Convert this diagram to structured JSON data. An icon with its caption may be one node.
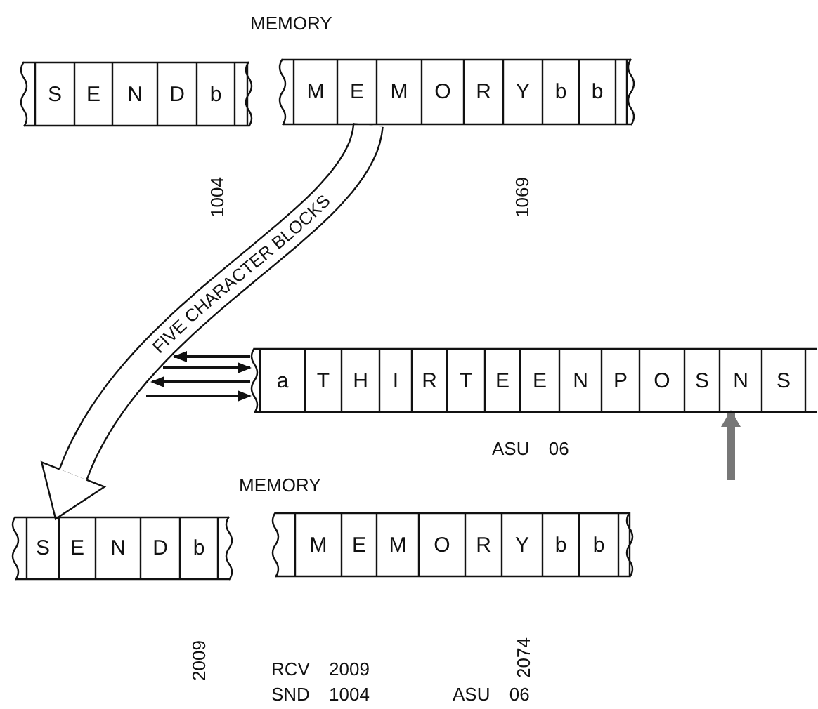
{
  "diagram": {
    "nodes": [
      {
        "text": [],
        "shape": "bar"
      },
      {
        "text": [
          "S"
        ],
        "in": 0
      },
      {
        "text": [
          "E"
        ],
        "in": 0
      },
      {
        "text": [
          "N"
        ],
        "in": 0
      },
      {
        "text": [
          "D"
        ],
        "in": 0
      },
      {
        "text": [
          "b"
        ],
        "in": 0
      },
      {
        "text": [],
        "shape": "bar"
      },
      {
        "text": [
          "M"
        ],
        "in": 6
      },
      {
        "text": [
          "E"
        ],
        "in": 6
      },
      {
        "text": [
          "M"
        ],
        "in": 6
      },
      {
        "text": [
          "O"
        ],
        "in": 6
      },
      {
        "text": [
          "R"
        ],
        "in": 6
      },
      {
        "text": [
          "Y"
        ],
        "in": 6
      },
      {
        "text": [
          "b"
        ],
        "in": 6
      },
      {
        "text": [
          "b"
        ],
        "in": 6
      },
      {
        "text": [],
        "shape": "bar"
      },
      {
        "text": [
          "a"
        ],
        "in": 15
      },
      {
        "text": [
          "T"
        ],
        "in": 15
      },
      {
        "text": [
          "H"
        ],
        "in": 15
      },
      {
        "text": [
          "I"
        ],
        "in": 15
      },
      {
        "text": [
          "R"
        ],
        "in": 15
      },
      {
        "text": [
          "T"
        ],
        "in": 15
      },
      {
        "text": [
          "E"
        ],
        "in": 15
      },
      {
        "text": [
          "E"
        ],
        "in": 15
      },
      {
        "text": [
          "N"
        ],
        "in": 15
      },
      {
        "text": [
          "P"
        ],
        "in": 15
      },
      {
        "text": [
          "O"
        ],
        "in": 15
      },
      {
        "text": [
          "S"
        ],
        "in": 15
      },
      {
        "text": [
          "N"
        ],
        "in": 15
      },
      {
        "text": [
          "S"
        ],
        "in": 15
      },
      {
        "text": [],
        "shape": "bar"
      },
      {
        "text": [
          "S"
        ],
        "in": 30
      },
      {
        "text": [
          "E"
        ],
        "in": 30
      },
      {
        "text": [
          "N"
        ],
        "in": 30
      },
      {
        "text": [
          "D"
        ],
        "in": 30
      },
      {
        "text": [
          "b"
        ],
        "in": 30
      },
      {
        "text": [],
        "shape": "bar"
      },
      {
        "text": [
          "M"
        ],
        "in": 36
      },
      {
        "text": [
          "E"
        ],
        "in": 36
      },
      {
        "text": [
          "M"
        ],
        "in": 36
      },
      {
        "text": [
          "O"
        ],
        "in": 36
      },
      {
        "text": [
          "R"
        ],
        "in": 36
      },
      {
        "text": [
          "Y"
        ],
        "in": 36
      },
      {
        "text": [
          "b"
        ],
        "in": 36
      },
      {
        "text": [
          "b"
        ],
        "in": 36
      }
    ],
    "edges": [
      {
        "from": 6,
        "to": 30,
        "arrow": "to",
        "label": "FIVE CHARACTER BLOCKS",
        "style": "thick"
      },
      {
        "from": 15,
        "to": null,
        "arrow": "to"
      },
      {
        "from": null,
        "to": 15,
        "arrow": "to"
      },
      {
        "from": 15,
        "to": null,
        "arrow": "to"
      },
      {
        "from": null,
        "to": 15,
        "arrow": "to"
      },
      {
        "from": null,
        "to": 15,
        "arrow": "to",
        "style": "thick",
        "color": "#777777"
      }
    ],
    "labels": [
      "MEMORY",
      "1004",
      "1069",
      "ASU 06",
      "MEMORY",
      "2009",
      "2074",
      "RCV 2009",
      "SND 1004",
      "ASU 06"
    ]
  }
}
